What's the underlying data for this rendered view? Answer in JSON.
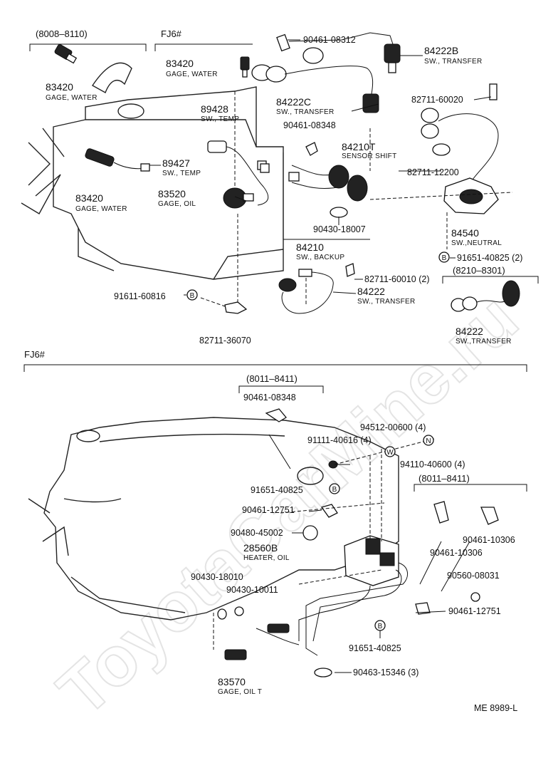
{
  "watermark": "ToyotaCarMine.ru",
  "doc_code": "ME 8989-L",
  "top": {
    "sec1_range": "(8008–8110)",
    "sec2_label": "FJ6#",
    "sec3_range": "(8210–8301)",
    "labels": {
      "p90461_08312": "90461-08312",
      "p84222B": "84222B",
      "p84222B_d": "SW., TRANSFER",
      "p83420_a": "83420",
      "p83420_a_d": "GAGE, WATER",
      "p83420_b": "83420",
      "p83420_b_d": "GAGE, WATER",
      "p82711_60020": "82711-60020",
      "p84222C": "84222C",
      "p84222C_d": "SW., TRANSFER",
      "p89428": "89428",
      "p89428_d": "SW., TEMP",
      "p90461_08348": "90461-08348",
      "p84210T": "84210T",
      "p84210T_d": "SENSOR SHIFT",
      "p89427": "89427",
      "p89427_d": "SW., TEMP",
      "p82711_12200": "82711-12200",
      "p83420_c": "83420",
      "p83420_c_d": "GAGE, WATER",
      "p83520": "83520",
      "p83520_d": "GAGE, OIL",
      "p90430_18007": "90430-18007",
      "p84540": "84540",
      "p84540_d": "SW.,NEUTRAL",
      "p84210": "84210",
      "p84210_d": "SW., BACKUP",
      "p91651_40825": "91651-40825 (2)",
      "p82711_60010": "82711-60010 (2)",
      "p91611_60816": "91611-60816",
      "p84222": "84222",
      "p84222_d": "SW., TRANSFER",
      "p84222_r": "84222",
      "p84222_r_d": "SW.,TRANSFER",
      "p82711_36070": "82711-36070"
    }
  },
  "bottom": {
    "sec_label": "FJ6#",
    "range_a": "(8011–8411)",
    "range_b": "(8011–8411)",
    "labels": {
      "p90461_08348": "90461-08348",
      "p94512_00600": "94512-00600 (4)",
      "p91111_40616": "91111-40616 (4)",
      "p94110_40600": "94110-40600 (4)",
      "p91651_40825_a": "91651-40825",
      "p90461_12751_a": "90461-12751",
      "p90480_45002": "90480-45002",
      "p28560B": "28560B",
      "p28560B_d": "HEATER, OIL",
      "p90430_18010": "90430-18010",
      "p90430_10011": "90430-10011",
      "p90461_10306_a": "90461-10306",
      "p90461_10306_b": "90461-10306",
      "p90560_08031": "90560-08031",
      "p90461_12751_b": "90461-12751",
      "p91651_40825_b": "91651-40825",
      "p90463_15346": "90463-15346 (3)",
      "p83570": "83570",
      "p83570_d": "GAGE, OIL T"
    }
  },
  "callouts": {
    "B": "B",
    "W": "W",
    "N": "N"
  }
}
